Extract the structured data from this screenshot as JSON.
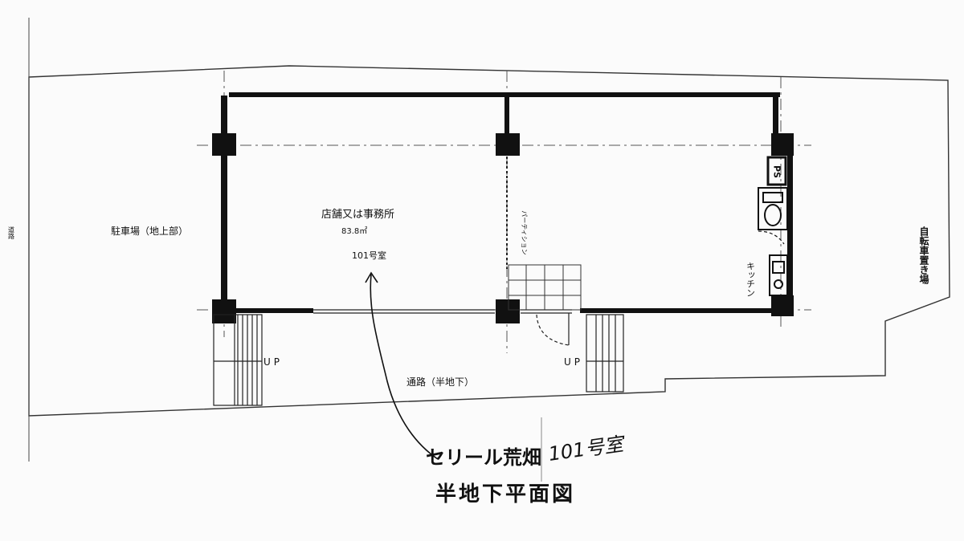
{
  "labels": {
    "parking": "駐車場（地上部）",
    "main_room_use": "店舗又は事務所",
    "main_room_area": "83.8㎡",
    "room_number_small": "101号室",
    "partition_note": "パーティション",
    "passage": "通路（半地下）",
    "up_left": "UP",
    "up_right": "UP",
    "kitchen": "キッチン",
    "ps": "PS",
    "bicycle_parking": "自転車置き場",
    "road": "道路"
  },
  "handwritten": {
    "building_name": "セリール荒畑",
    "room_number": "101号室"
  },
  "drawing_title": "半地下平面図"
}
